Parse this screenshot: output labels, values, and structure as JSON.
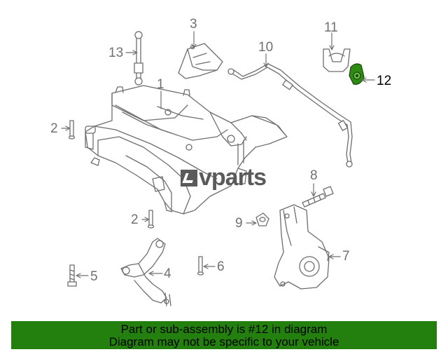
{
  "callouts": {
    "c1": "1",
    "c2a": "2",
    "c2b": "2",
    "c3": "3",
    "c4": "4",
    "c5": "5",
    "c6": "6",
    "c7": "7",
    "c8": "8",
    "c9": "9",
    "c10": "10",
    "c11": "11",
    "c12": "12",
    "c13": "13"
  },
  "highlighted_part": "12",
  "watermark": "vparts",
  "footer": {
    "line1": "Part or sub-assembly is #12 in diagram",
    "line2": "Diagram may not be specific to your vehicle"
  },
  "colors": {
    "line": "#707070",
    "highlight_part": "#2e8a12",
    "footer_bg": "#23800f"
  }
}
